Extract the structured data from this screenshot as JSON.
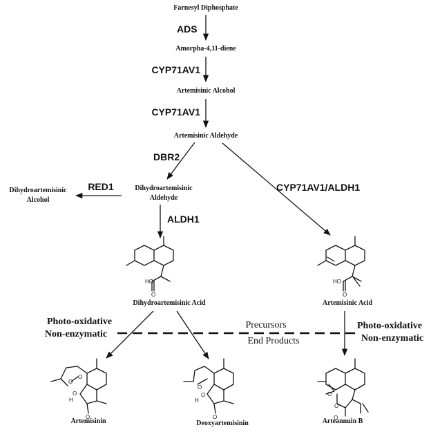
{
  "compounds": {
    "fpp": "Farnesyl Diphosphate",
    "amorphadiene": "Amorpha-4,11-diene",
    "art_alcohol": "Artemisinic Alcohol",
    "art_aldehyde": "Artemisinic Aldehyde",
    "dihydro_aldehyde_line1": "Dihydroartemisinic",
    "dihydro_aldehyde_line2": "Aldehyde",
    "dihydro_alcohol_line1": "Dihydroartemisinic",
    "dihydro_alcohol_line2": "Alcohol",
    "dihydro_acid": "Dihydroartemisinic Acid",
    "art_acid": "Artemisinic Acid",
    "artemisinin": "Artemisinin",
    "deoxyartemisinin": "Deoxyartemisinin",
    "arteannuin_b": "Arteannuin B"
  },
  "enzymes": {
    "ads": "ADS",
    "cyp1": "CYP71AV1",
    "cyp2": "CYP71AV1",
    "dbr2": "DBR2",
    "red1": "RED1",
    "aldh1": "ALDH1",
    "cyp_aldh": "CYP71AV1/ALDH1"
  },
  "notes": {
    "photo_left_1": "Photo-oxidative",
    "photo_left_2": "Non-enzymatic",
    "photo_right_1": "Photo-oxidative",
    "photo_right_2": "Non-enzymatic",
    "precursors": "Precursors",
    "end_products": "End Products"
  },
  "atoms": {
    "oxygen": "O",
    "hydroxyl": "HO",
    "hydrogen": "H"
  }
}
